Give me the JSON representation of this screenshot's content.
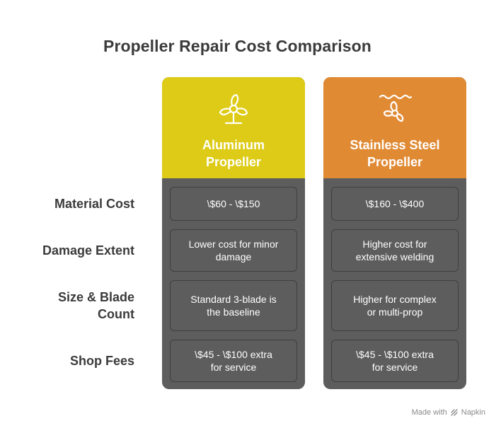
{
  "title": "Propeller Repair Cost Comparison",
  "columns": [
    {
      "title_lines": [
        "Aluminum",
        "Propeller"
      ],
      "color": "#ddcb17",
      "icon": "propeller-fan-icon",
      "cells": [
        [
          "\\$60 - \\$150"
        ],
        [
          "Lower cost for minor",
          "damage"
        ],
        [
          "Standard 3-blade is",
          "the baseline"
        ],
        [
          "\\$45 - \\$100 extra",
          "for service"
        ]
      ]
    },
    {
      "title_lines": [
        "Stainless Steel",
        "Propeller"
      ],
      "color": "#e08a34",
      "icon": "underwater-propeller-icon",
      "cells": [
        [
          "\\$160 - \\$400"
        ],
        [
          "Higher cost for",
          "extensive welding"
        ],
        [
          "Higher for complex",
          "or multi-prop"
        ],
        [
          "\\$45 - \\$100 extra",
          "for service"
        ]
      ]
    }
  ],
  "row_labels": [
    [
      "Material Cost"
    ],
    [
      "Damage Extent"
    ],
    [
      "Size & Blade",
      "Count"
    ],
    [
      "Shop Fees"
    ]
  ],
  "credit": {
    "made_with": "Made with",
    "brand": "Napkin",
    "icon": "napkin-logo-icon"
  }
}
